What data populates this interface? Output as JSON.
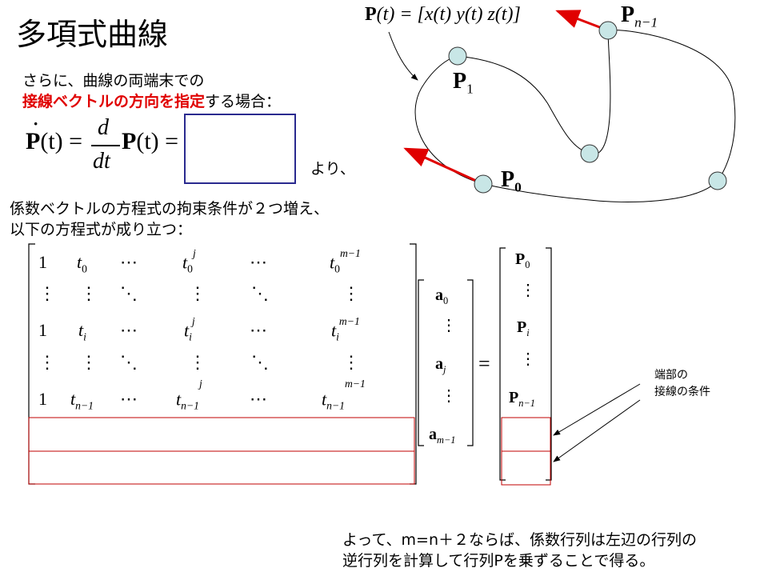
{
  "slide": {
    "title": "多項式曲線",
    "intro_line1": "さらに、曲線の両端末での",
    "intro_red": "接線ベクトルの方向を指定",
    "intro_rest": "する場合：",
    "yori": "より、",
    "constraint_line1": "係数ベクトルの方程式の拘束条件が２つ増え、",
    "constraint_line2": "以下の方程式が成り立つ：",
    "annotation_line1": "端部の",
    "annotation_line2": "接線の条件",
    "conclusion_line1": "よって、m=n＋２ならば、係数行列は左辺の行列の",
    "conclusion_line2": "逆行列を計算して行列Pを乗ずることで得る。"
  },
  "formulas": {
    "curve_P": "P",
    "curve_args": "(t) = [x(t) y(t) z(t)]",
    "deriv_lhs": "(t) =",
    "deriv_d": "d",
    "deriv_dt": "dt",
    "deriv_rhs": "(t) ="
  },
  "points": {
    "Pn1_base": "P",
    "Pn1_sub": "n−1",
    "P1_base": "P",
    "P1_sub": "1",
    "P0_base": "P",
    "P0_sub": "0"
  },
  "matrix": {
    "one": "1",
    "dots_h": "⋯",
    "dots_v": "⋮",
    "dots_d": "⋱",
    "t": "t",
    "sub0": "0",
    "subi": "i",
    "subn1": "n−1",
    "supj": "j",
    "supm1": "m−1"
  },
  "coef_vector": {
    "a": "a",
    "sub0": "0",
    "subj": "j",
    "subm1": "m−1",
    "dots_v": "⋮"
  },
  "rhs_vector": {
    "P": "P",
    "sub0": "0",
    "subi": "i",
    "subn1": "n−1",
    "dots_v": "⋮"
  },
  "equals": "=",
  "colors": {
    "red": "#e00000",
    "point_fill": "#c8e6e6",
    "box_blue": "#2a2a8f",
    "constraint_red": "#c00000"
  }
}
